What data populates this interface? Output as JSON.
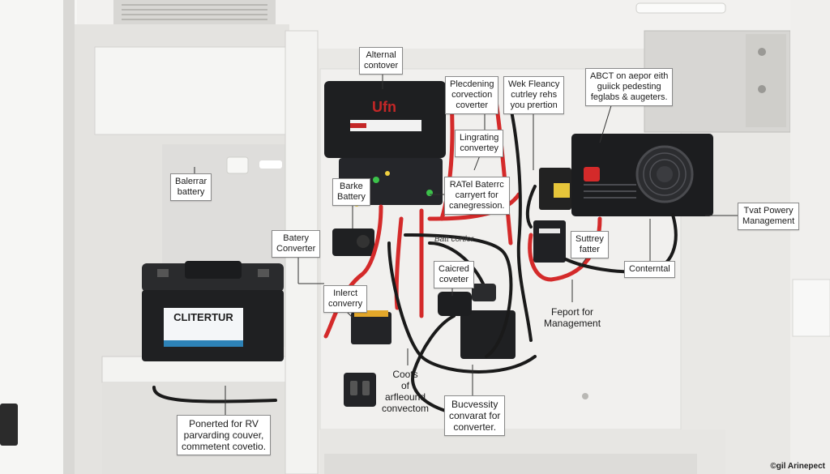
{
  "labels": {
    "alternal_contover": "Alternal\ncontover",
    "plecdening": "Plecdening\ncorvection\ncoverter",
    "wek_fleancy": "Wek Fleancy\ncutrley rehs\nyou prertion",
    "abct_aepor": "ABCT on aepor eith\nguiick pedesting\nfeglabs & augeters.",
    "balerrar": "Balerrar\nbattery",
    "lingrating": "Lingrating\nconvertey",
    "barke_battery": "Barke\nBattery",
    "ratel_baterrc": "RATel Baterrc\ncarryert for\ncanegression.",
    "tvat_powery": "Tvat Powery\nManagement",
    "batery_converter": "Batery\nConverter",
    "suttrey_fatter": "Suttrey\nfatter",
    "conterntal": "Conterntal",
    "caicred": "Caicred\ncoveter",
    "inlerct": "Inlerct\nconverry",
    "feport": "Feport for\nManagement",
    "coots": "Coots\nof\narfleound\nconvectom",
    "bucvessity": "Bucvessity\nconvarat for\nconverter.",
    "ponerted": "Ponerted for RV\nparvarding couver,\ncommetent covetio.",
    "wire_annotation": "Batt cortlor"
  },
  "devices": {
    "battery_brand": "CLITERTUR",
    "inverter_logo": "Ufn"
  },
  "watermark": "©gil Arinepect",
  "colors": {
    "wall": "#ecebe8",
    "cabinet": "#f4f3f1",
    "device_black": "#1d1e20",
    "wire_red": "#d42a2a",
    "wire_black": "#1a1a1a"
  }
}
